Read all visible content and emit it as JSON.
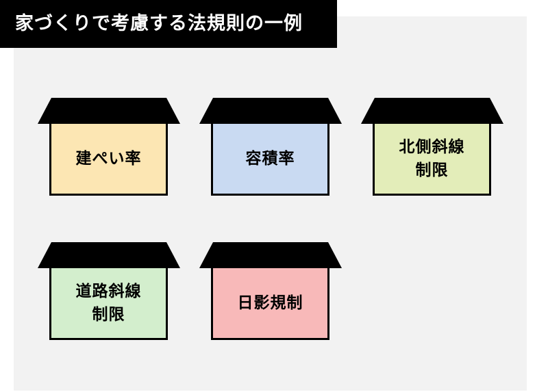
{
  "title": "家づくりで考慮する法規則の一例",
  "houses": [
    {
      "label": "建ぺい率",
      "color": "#fce6b3"
    },
    {
      "label": "容積率",
      "color": "#c9daf2"
    },
    {
      "label": "北側斜線\n制限",
      "color": "#e3edb9"
    },
    {
      "label": "道路斜線\n制限",
      "color": "#d3eecd"
    },
    {
      "label": "日影規制",
      "color": "#f8b9b9"
    }
  ]
}
